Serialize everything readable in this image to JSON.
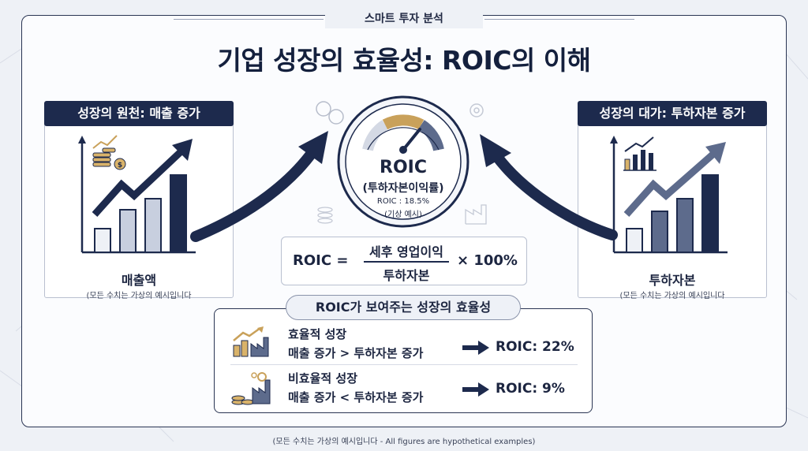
{
  "kicker": "스마트 투자 분석",
  "title": "기업 성장의 효율성: ROIC의 이해",
  "left_panel": {
    "header": "성장의 원천: 매출 증가",
    "axis_label": "매출액",
    "note": "(모든 수치는 가상의 예시입니다"
  },
  "right_panel": {
    "header": "성장의 대가: 투하자본 증가",
    "axis_label": "투하자본",
    "note": "(모든 수치는 가상의 예시입니다"
  },
  "gauge": {
    "name": "ROIC",
    "subtitle": "(투하자본이익률)",
    "value_text": "ROIC : 18.5%",
    "value_note": "(기상 예시)"
  },
  "formula": {
    "lhs": "ROIC =",
    "numerator": "세후 영업이익",
    "denominator": "투하자본",
    "multiplier": "× 100%"
  },
  "efficiency": {
    "header": "ROIC가 보여주는 성장의 효율성",
    "rows": [
      {
        "title": "효율적 성장",
        "desc": "매출 증가 > 투하자본 증가",
        "result": "ROIC: 22%"
      },
      {
        "title": "비효율적 성장",
        "desc": "매출 증가 < 투하자본 증가",
        "result": "ROIC: 9%"
      }
    ]
  },
  "footer": "(모든 수치는 가상의 예시입니다 - All figures are hypothetical examples)",
  "colors": {
    "navy": "#1d2a4d",
    "slate": "#5d6b8c",
    "light": "#dfe4ee",
    "gold": "#c9a15a"
  },
  "icons": [
    "coins-chart-icon",
    "bar-chart-icon",
    "gauge-icon",
    "factory-icon",
    "dollar-coin-icon",
    "gear-icon",
    "arrow-icon"
  ]
}
